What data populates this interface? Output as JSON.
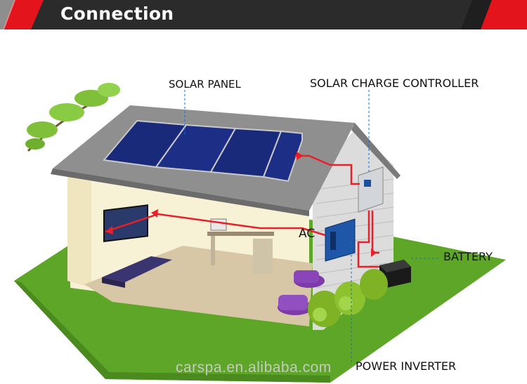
{
  "header": {
    "title": "Connection",
    "accent_color": "#e3141b"
  },
  "labels": {
    "solar_panel": "SOLAR PANEL",
    "charge_controller": "SOLAR CHARGE CONTROLLER",
    "battery": "BATTERY",
    "power_inverter": "POWER INVERTER",
    "ac": "AC"
  },
  "watermark": "carspa.en.alibaba.com",
  "colors": {
    "wire": "#e8202a",
    "grass": "#5da628",
    "wall": "#f5f0d8",
    "roof": "#8c8c8c",
    "panel": "#1a2a7a"
  }
}
